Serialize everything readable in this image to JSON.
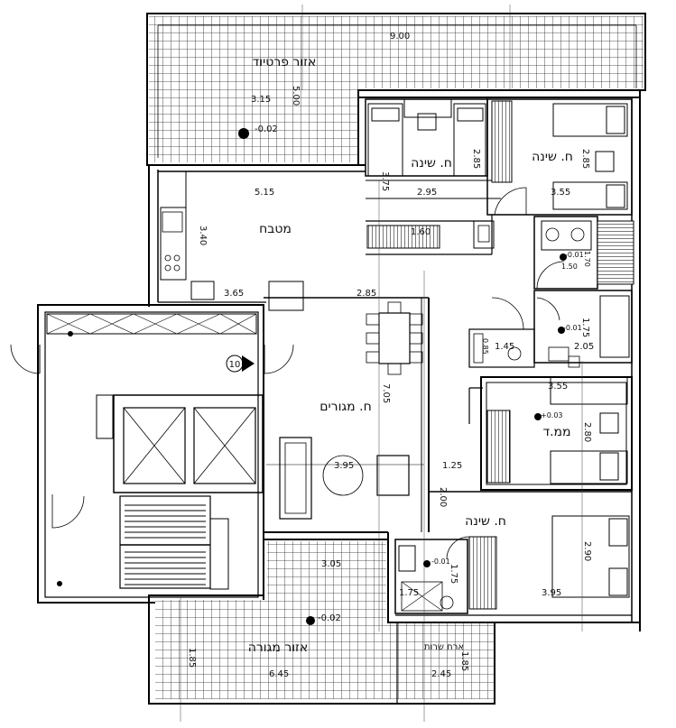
{
  "rooms": {
    "balcony_top": "אזור פרטיוד",
    "bedroom_1": "ח. שינה",
    "bedroom_2": "ח. שינה",
    "kitchen": "מטבח",
    "living": "ח. מגורים",
    "safe_room": "ממ.ד",
    "bedroom_3": "ח. שינה",
    "balcony_bottom": "אזור מגורה",
    "service_bottom": "ארח שרות"
  },
  "dimensions": {
    "d_top_width": "9.00",
    "d_top_height": "5.00",
    "d_top_inner": "3.15",
    "d_bed1_height": "3.75",
    "d_bed1_width": "2.95",
    "d_bed1_depth": "2.85",
    "d_bed2_depth": "2.85",
    "d_bed2_width": "3.55",
    "d_kitchen_width": "5.15",
    "d_kitchen_height": "3.40",
    "d_kitchen_bottom": "3.65",
    "d_dining_width": "2.85",
    "d_corridor": "1.60",
    "d_bath_small": "1.50",
    "d_bath_small_h": "1.70",
    "d_bath_h": "1.75",
    "d_bath_w": "2.05",
    "d_hall_w": "1.45",
    "d_hall_h": "0.85",
    "d_living_height": "7.05",
    "d_living_width": "3.95",
    "d_mamad_width": "3.55",
    "d_mamad_height": "2.80",
    "d_step": "1.25",
    "d_corr_v": "2.00",
    "d_bed3_height": "2.90",
    "d_bed3_width": "3.95",
    "d_wc_h": "1.75",
    "d_wc_w": "1.75",
    "d_balcony_width": "3.05",
    "d_balcony_h": "1.85",
    "d_balcony_w2": "6.45",
    "d_service_h": "1.85",
    "d_service_w": "2.45"
  },
  "levels": {
    "lv_top": "-0.02",
    "lv_bath1": "-0.01",
    "lv_bath2": "-0.01",
    "lv_mamad": "+0.03",
    "lv_wc": "-0.01",
    "lv_bottom": "-0.02"
  },
  "markers": {
    "elevator_number": "10"
  }
}
